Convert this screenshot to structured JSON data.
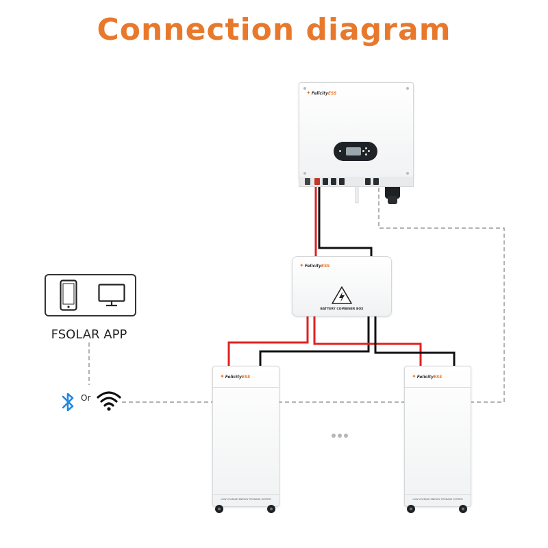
{
  "title": "Connection diagram",
  "brand": {
    "prefix": "Felicity",
    "suffix": "ESS"
  },
  "combiner": {
    "label": "BATTERY COMBINER BOX"
  },
  "battery": {
    "label": "LOW VOLTAGE ENERGY STORAGE SYSTEM"
  },
  "app": {
    "label": "FSOLAR APP"
  },
  "connectivity": {
    "or_label": "Or"
  },
  "colors": {
    "accent": "#e8792c",
    "positive_wire": "#e02020",
    "negative_wire": "#111111",
    "comm_line": "#999999",
    "bluetooth": "#1e88e5"
  },
  "icons": [
    "phone-icon",
    "monitor-icon",
    "bluetooth-icon",
    "wifi-icon",
    "warning-triangle-icon"
  ]
}
